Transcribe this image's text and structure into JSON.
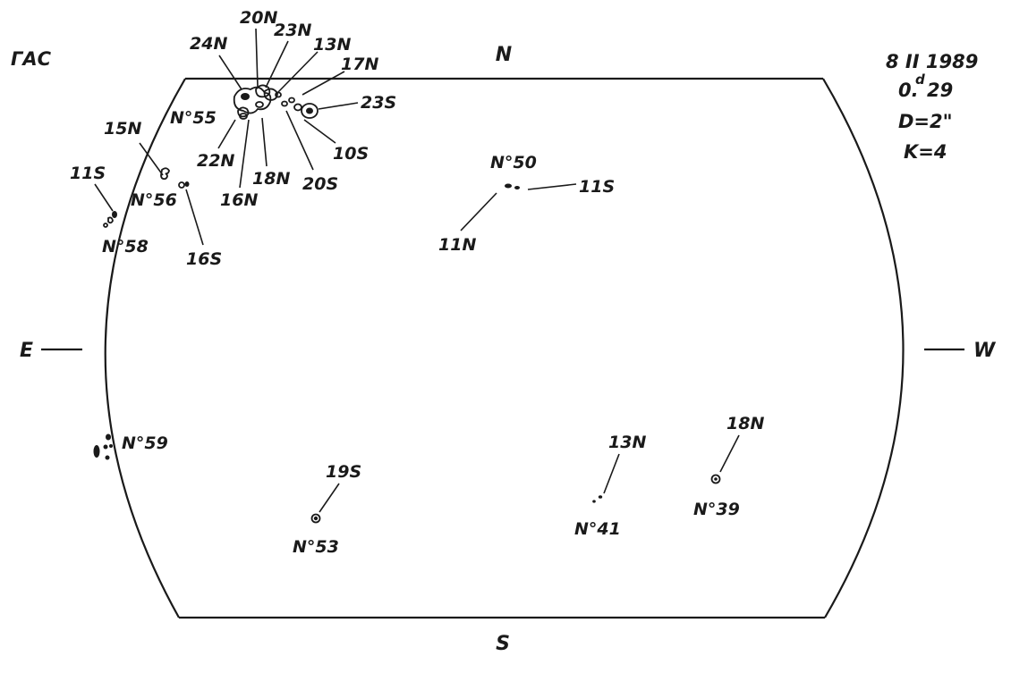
{
  "header": {
    "observatory": "ГАС",
    "date": "8 II 1989",
    "time_main": "0.",
    "time_sup": "d",
    "time_rest": "29",
    "resolution": "D=2\"",
    "coefficient": "K=4"
  },
  "directions": {
    "north": "N",
    "south": "S",
    "east": "E",
    "west": "W"
  },
  "groups": {
    "g55": "N°55",
    "g56": "N°56",
    "g58": "N°58",
    "g50": "N°50",
    "g59": "N°59",
    "g53": "N°53",
    "g41": "N°41",
    "g39": "N°39"
  },
  "latitudes": {
    "l20N": "20N",
    "l24N": "24N",
    "l23N": "23N",
    "l13N_top": "13N",
    "l17N": "17N",
    "l23S": "23S",
    "l10S": "10S",
    "l20S": "20S",
    "l18N_top": "18N",
    "l16N": "16N",
    "l22N": "22N",
    "l15N": "15N",
    "l11S_left": "11S",
    "l16S": "16S",
    "l11N": "11N",
    "l11S_right": "11S",
    "l19S": "19S",
    "l13N_low": "13N",
    "l18N_low": "18N"
  }
}
